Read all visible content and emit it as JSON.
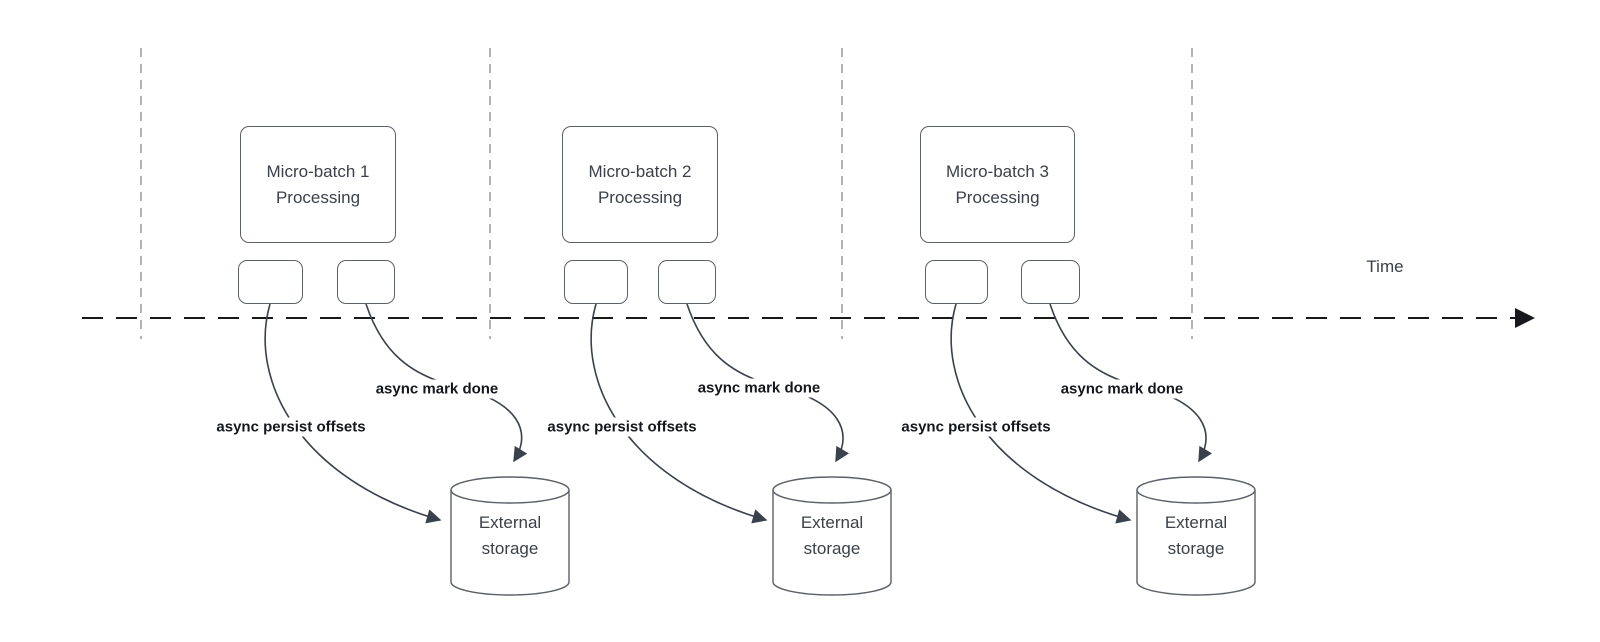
{
  "diagram": {
    "time_axis_label": "Time",
    "groups": [
      {
        "title_line1": "Micro-batch 1",
        "title_line2": "Processing",
        "persist_label": "async persist offsets",
        "mark_done_label": "async mark done",
        "storage_line1": "External",
        "storage_line2": "storage"
      },
      {
        "title_line1": "Micro-batch 2",
        "title_line2": "Processing",
        "persist_label": "async persist offsets",
        "mark_done_label": "async mark done",
        "storage_line1": "External",
        "storage_line2": "storage"
      },
      {
        "title_line1": "Micro-batch 3",
        "title_line2": "Processing",
        "persist_label": "async persist offsets",
        "mark_done_label": "async mark done",
        "storage_line1": "External",
        "storage_line2": "storage"
      }
    ],
    "colors": {
      "background": "#ffffff",
      "box_border": "#5c6068",
      "box_text": "#3b404a",
      "edge_label_text": "#14171c",
      "arrow_stroke": "#3a414c",
      "timeline_stroke": "#17191c",
      "guide_line": "#b2b2b6"
    }
  }
}
